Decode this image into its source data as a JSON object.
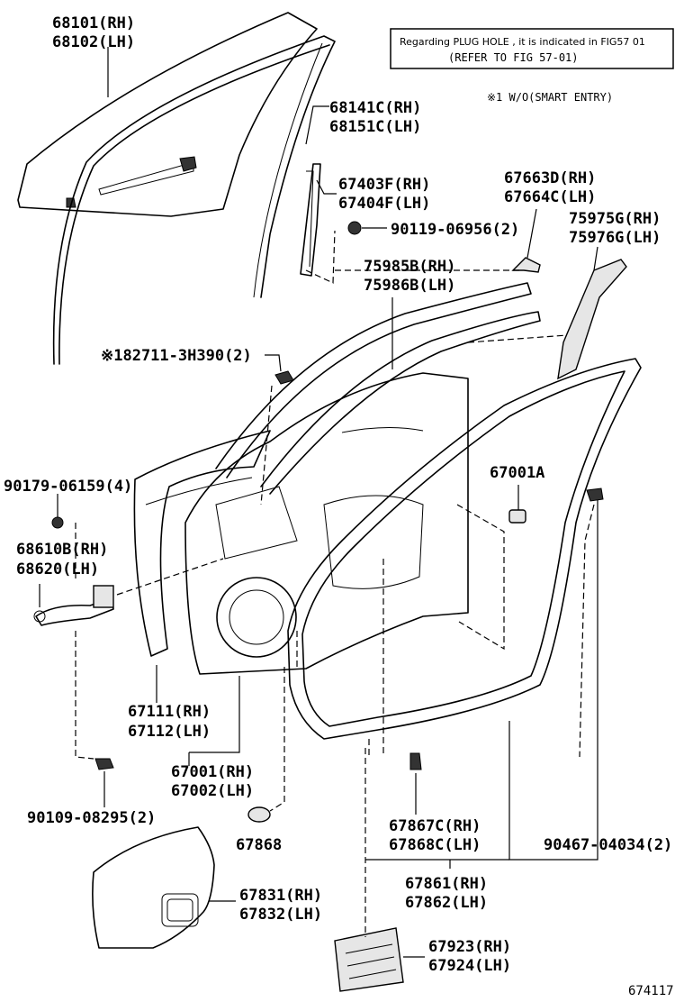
{
  "notice": {
    "line1": "Regarding PLUG HOLE , it is indicated in FIG57  01",
    "line2": "(REFER TO FIG 57-01)"
  },
  "footnote": "※1  W/O(SMART ENTRY)",
  "callouts": [
    {
      "id": "glass",
      "lines": [
        "68101(RH)",
        "68102(LH)"
      ]
    },
    {
      "id": "run-channel",
      "lines": [
        "68141C(RH)",
        "68151C(LH)"
      ]
    },
    {
      "id": "division-bar",
      "lines": [
        "67403F(RH)",
        "67404F(LH)"
      ]
    },
    {
      "id": "clip-a",
      "lines": [
        "90119-06956(2)"
      ]
    },
    {
      "id": "moulding-a",
      "lines": [
        "67663D(RH)",
        "67664C(LH)"
      ]
    },
    {
      "id": "garnish",
      "lines": [
        "75975G(RH)",
        "75976G(LH)"
      ]
    },
    {
      "id": "frame-moulding",
      "lines": [
        "75985B(RH)",
        "75986B(LH)"
      ]
    },
    {
      "id": "lock-cyl",
      "lines": [
        "※182711-3H390(2)"
      ]
    },
    {
      "id": "bolt-a",
      "lines": [
        "90179-06159(4)"
      ]
    },
    {
      "id": "plug-a",
      "lines": [
        "67001A"
      ]
    },
    {
      "id": "check",
      "lines": [
        "68610B(RH)",
        "68620(LH)"
      ]
    },
    {
      "id": "panel-sub",
      "lines": [
        "67111(RH)",
        "67112(LH)"
      ]
    },
    {
      "id": "panel",
      "lines": [
        "67001(RH)",
        "67002(LH)"
      ]
    },
    {
      "id": "bolt-b",
      "lines": [
        "90109-08295(2)"
      ]
    },
    {
      "id": "plug-b",
      "lines": [
        "67868"
      ]
    },
    {
      "id": "clip-b",
      "lines": [
        "67867C(RH)",
        "67868C(LH)"
      ]
    },
    {
      "id": "clip-c",
      "lines": [
        "90467-04034(2)"
      ]
    },
    {
      "id": "weatherstrip",
      "lines": [
        "67861(RH)",
        "67862(LH)"
      ]
    },
    {
      "id": "sheet",
      "lines": [
        "67831(RH)",
        "67832(LH)"
      ]
    },
    {
      "id": "service-cover",
      "lines": [
        "67923(RH)",
        "67924(LH)"
      ]
    }
  ],
  "figure_number": "674117"
}
